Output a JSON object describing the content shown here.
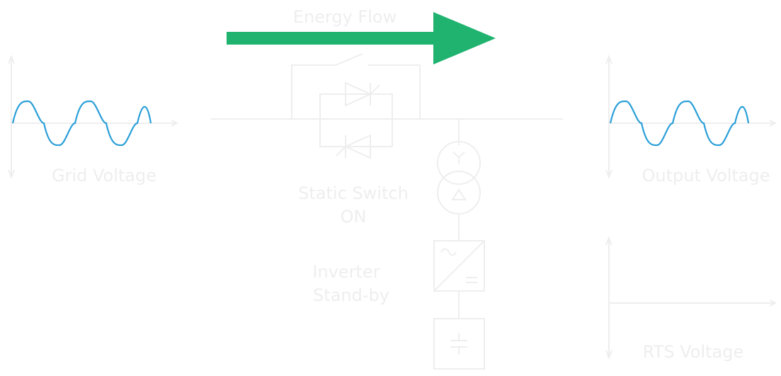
{
  "labels": {
    "energy_flow": "Energy Flow",
    "grid_voltage": "Grid Voltage",
    "output_voltage": "Output Voltage",
    "rts_voltage": "RTS Voltage",
    "static_switch_line1": "Static Switch",
    "static_switch_line2": "ON",
    "inverter_line1": "Inverter",
    "inverter_line2": "Stand-by"
  },
  "colors": {
    "arrow": "#1fb36f",
    "wave": "#2a9fd8",
    "faint": "#eeeeee"
  },
  "icons": {
    "flow_arrow": "arrow-right-icon",
    "thyristor": "thyristor-pair-icon",
    "transformer": "transformer-icon",
    "inverter": "ac-dc-converter-icon",
    "battery": "capacitor-icon"
  },
  "status": {
    "static_switch": "ON",
    "inverter": "Stand-by"
  }
}
